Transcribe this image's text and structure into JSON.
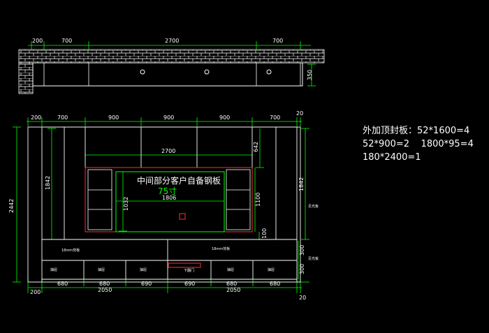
{
  "top_view": {
    "dims": [
      "200",
      "700",
      "2700",
      "700"
    ],
    "depth": "350"
  },
  "front_view": {
    "top_dims": [
      "200",
      "700",
      "900",
      "900",
      "900",
      "700",
      "20"
    ],
    "total_height": "2442",
    "right_height": "1842",
    "left_inner_height": "1842",
    "center_width": "2700",
    "center_top_offset": "642",
    "inner_height": "1032",
    "inner_width": "1806",
    "right_inner_height": "1100",
    "gap_100": "100",
    "drawer_height_a": "300",
    "drawer_height_b": "300",
    "center_label": "中间部分客户自备钢板",
    "center_size": "75寸",
    "side_label_1": "见光板",
    "side_label_2": "见光板",
    "back_panel_left": "18mm背板",
    "back_panel_right": "18mm背板",
    "drawers": [
      "抽屉",
      "抽屉",
      "抽屉",
      "下翻门",
      "抽屉",
      "抽屉"
    ],
    "bottom_dims_a": [
      "680",
      "680",
      "690",
      "690",
      "680",
      "680"
    ],
    "bottom_left": "200",
    "bottom_totals": [
      "2050",
      "2050"
    ],
    "bottom_right": "20"
  },
  "note": {
    "line1": "外加顶封板：52*1600=4",
    "line2": "52*900=2    1800*95=4",
    "line3": "180*2400=1"
  }
}
